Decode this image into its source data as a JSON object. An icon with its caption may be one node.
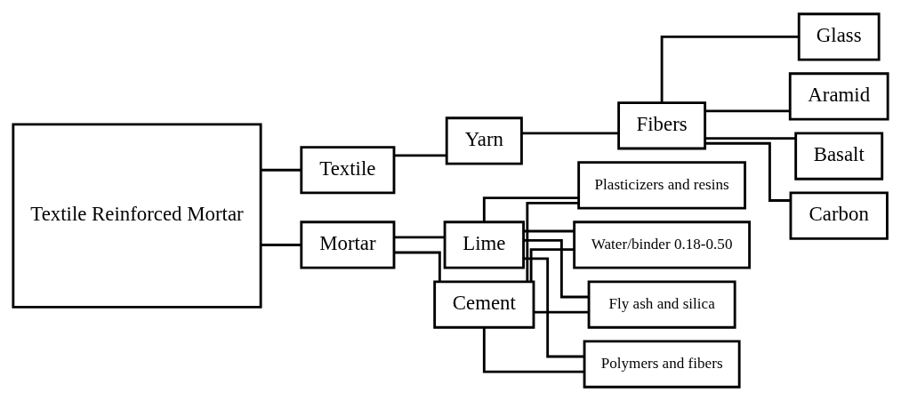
{
  "diagram": {
    "nodes": [
      {
        "text": [
          "Textile Reinforced Mortar"
        ]
      },
      {
        "text": [
          "Textile"
        ]
      },
      {
        "text": [
          "Mortar"
        ]
      },
      {
        "text": [
          "Yarn"
        ]
      },
      {
        "text": [
          "Fibers"
        ]
      },
      {
        "text": [
          "Glass"
        ]
      },
      {
        "text": [
          "Aramid"
        ]
      },
      {
        "text": [
          "Basalt"
        ]
      },
      {
        "text": [
          "Carbon"
        ]
      },
      {
        "text": [
          "Lime"
        ]
      },
      {
        "text": [
          "Cement"
        ]
      },
      {
        "text": [
          "Water/binder 0.18-0.50"
        ]
      },
      {
        "text": [
          "Fly ash and silica"
        ]
      },
      {
        "text": [
          "Polymers and fibers"
        ]
      },
      {
        "text": [
          "Plasticizers and resins"
        ]
      }
    ],
    "edges": [
      {
        "from": 0,
        "to": 1,
        "arrow": "none"
      },
      {
        "from": 0,
        "to": 2,
        "arrow": "none"
      },
      {
        "from": 1,
        "to": 3,
        "arrow": "none"
      },
      {
        "from": 3,
        "to": 4,
        "arrow": "none"
      },
      {
        "from": 4,
        "to": 5,
        "arrow": "none"
      },
      {
        "from": 4,
        "to": 6,
        "arrow": "none"
      },
      {
        "from": 4,
        "to": 7,
        "arrow": "none"
      },
      {
        "from": 4,
        "to": 8,
        "arrow": "none"
      },
      {
        "from": 2,
        "to": 9,
        "arrow": "none"
      },
      {
        "from": 2,
        "to": 10,
        "arrow": "none"
      },
      {
        "from": 9,
        "to": 11,
        "arrow": "none"
      },
      {
        "from": 9,
        "to": 12,
        "arrow": "none"
      },
      {
        "from": 9,
        "to": 13,
        "arrow": "none"
      },
      {
        "from": 9,
        "to": 14,
        "arrow": "none"
      },
      {
        "from": 10,
        "to": 11,
        "arrow": "none"
      },
      {
        "from": 10,
        "to": 12,
        "arrow": "none"
      },
      {
        "from": 10,
        "to": 13,
        "arrow": "none"
      },
      {
        "from": 10,
        "to": 14,
        "arrow": "none"
      }
    ]
  }
}
